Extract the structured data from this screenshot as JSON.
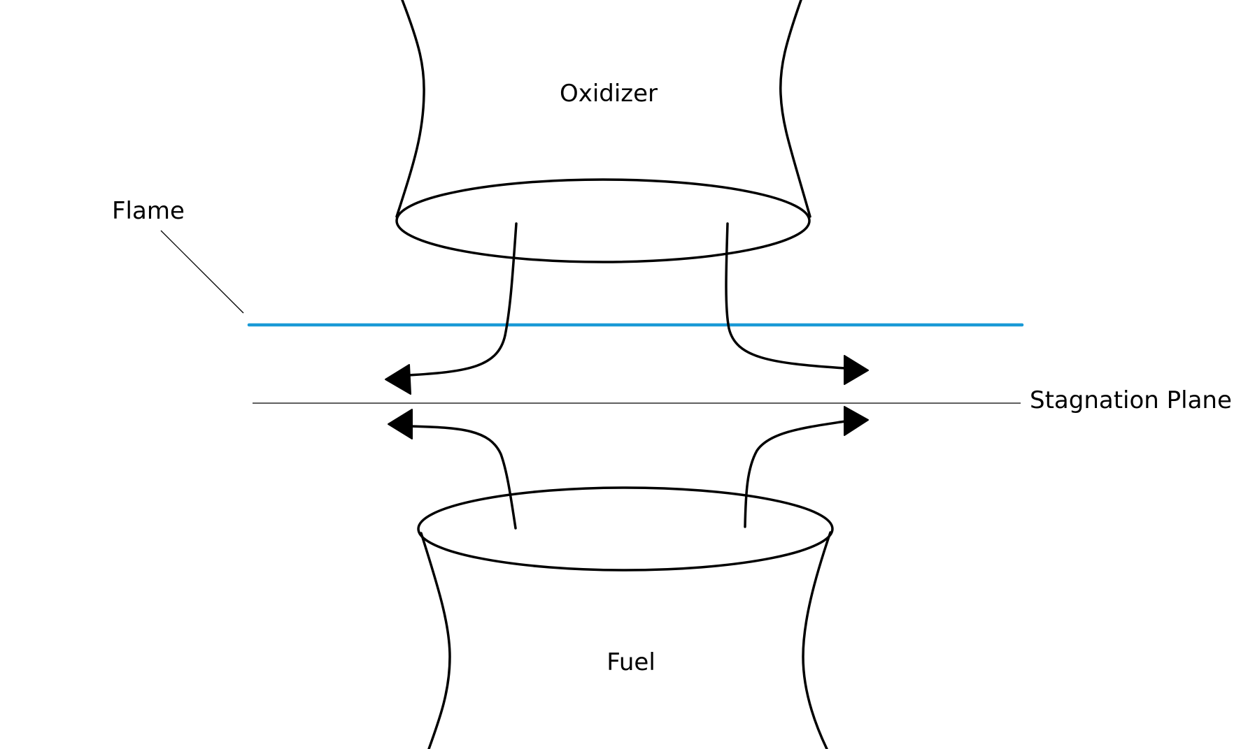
{
  "labels": {
    "oxidizer": "Oxidizer",
    "fuel": "Fuel",
    "flame": "Flame",
    "stagnation_plane": "Stagnation Plane"
  },
  "colors": {
    "flame_line": "#1a9ad6",
    "ink": "#000000",
    "background": "#ffffff"
  }
}
